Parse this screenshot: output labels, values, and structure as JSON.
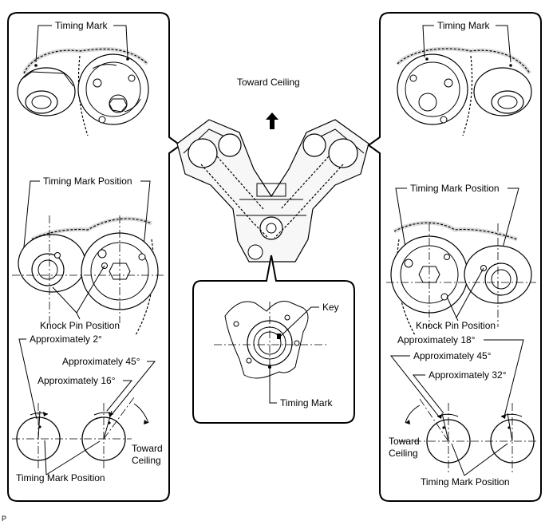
{
  "labels": {
    "timing_mark": "Timing Mark",
    "toward_ceiling_top": "Toward Ceiling",
    "timing_mark_position": "Timing Mark Position",
    "knock_pin_position": "Knock Pin Position",
    "approx_2": "Approximately 2°",
    "approx_45": "Approximately 45°",
    "approx_16": "Approximately 16°",
    "approx_18": "Approximately 18°",
    "approx_32": "Approximately 32°",
    "toward": "Toward",
    "ceiling": "Ceiling",
    "key": "Key",
    "corner_code": "P"
  }
}
